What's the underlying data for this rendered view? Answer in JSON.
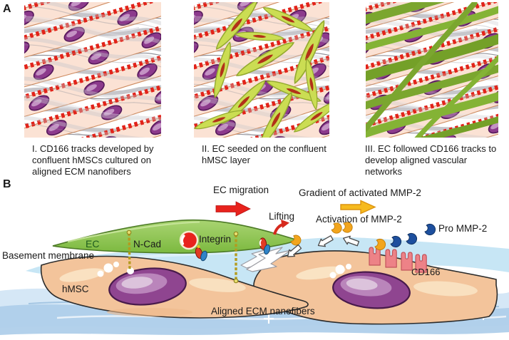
{
  "panel_a": {
    "label": "A",
    "steps": [
      {
        "id": "cd166-tracks-on-hmscs",
        "caption": "I. CD166 tracks developed by confluent hMSCs cultured on aligned ECM nanofibers"
      },
      {
        "id": "ec-seeded-on-hmsc-layer",
        "caption": "II. EC seeded on the confluent hMSC layer"
      },
      {
        "id": "aligned-vascular-networks",
        "caption": "III. EC followed CD166 tracks to develop aligned vascular networks"
      }
    ]
  },
  "panel_b": {
    "label": "B",
    "annotations": {
      "ec_migration": "EC migration",
      "gradient_mmp2": "Gradient of activated MMP-2",
      "lifting": "Lifting",
      "activation_mmp2": "Activation of MMP-2",
      "pro_mmp2": "Pro MMP-2",
      "ec": "EC",
      "n_cad": "N-Cad",
      "integrin": "Integrin",
      "basement_membrane": "Basement membrane",
      "hmsc": "hMSC",
      "cd166": "CD166",
      "aligned_ecm": "Aligned ECM nanofibers"
    }
  },
  "colors": {
    "cd166_track_red": "#E2231A",
    "hmsc_cell_peach": "#F3C49B",
    "nucleus_purple": "#8F4590",
    "ec_cell_green": "#8DC355",
    "ec_spindle_green": "#CBDD53",
    "vascular_network_green": "#7BA62F",
    "basement_membrane_blue": "#C7E6F5",
    "nanofiber_blue": "#AFCFEA",
    "activated_mmp2_yellow": "#F2A51D",
    "pro_mmp2_blue": "#1D4F9E",
    "migration_arrow_red": "#E8231D",
    "gradient_arrow_yellow": "#F6BA1F",
    "cd166_receptor_pink": "#ED8287"
  }
}
